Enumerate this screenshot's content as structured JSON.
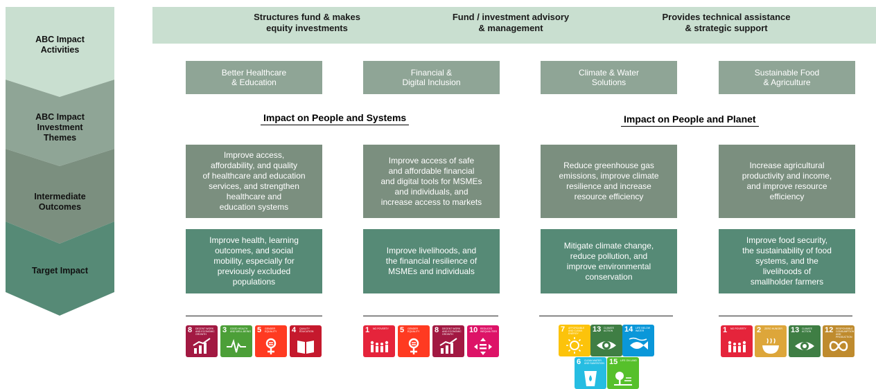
{
  "stages": [
    {
      "label": "ABC Impact\nActivities",
      "color": "#c9dfd0"
    },
    {
      "label": "ABC Impact\nInvestment\nThemes",
      "color": "#8fa596"
    },
    {
      "label": "Intermediate\nOutcomes",
      "color": "#7b8f7f"
    },
    {
      "label": "Target Impact",
      "color": "#568a76"
    }
  ],
  "activities": [
    "Structures fund & makes\nequity investments",
    "Fund / investment advisory\n& management",
    "Provides technical assistance\n& strategic support"
  ],
  "themes": [
    "Better Healthcare\n& Education",
    "Financial &\nDigital Inclusion",
    "Climate & Water\nSolutions",
    "Sustainable Food\n& Agriculture"
  ],
  "impact_headings": [
    "Impact on People and Systems",
    "Impact on People and Planet"
  ],
  "intermediate_outcomes": [
    "Improve access,\naffordability, and quality\nof healthcare and education\nservices, and strengthen\nhealthcare and\neducation systems",
    "Improve access of safe\nand affordable financial\nand digital tools for MSMEs\nand individuals, and\nincrease access to markets",
    "Reduce greenhouse gas\nemissions, improve climate\nresilience and increase\nresource efficiency",
    "Increase agricultural\nproductivity and income,\nand improve resource\nefficiency"
  ],
  "target_impacts": [
    "Improve health, learning\noutcomes, and social\nmobility, especially for\npreviously excluded\npopulations",
    "Improve livelihoods, and\nthe financial resilience of\nMSMEs and individuals",
    "Mitigate climate change,\nreduce pollution, and\nimprove environmental\nconservation",
    "Improve food security,\nthe sustainability of food\nsystems, and the\nlivelihoods of\nsmallholder farmers"
  ],
  "sdg_groups": [
    [
      {
        "num": "8",
        "title": "Decent work and economic growth",
        "color": "#a21942",
        "icon": "growth-chart-icon"
      },
      {
        "num": "3",
        "title": "Good health and well-being",
        "color": "#4c9f38",
        "icon": "heartbeat-icon"
      },
      {
        "num": "5",
        "title": "Gender equality",
        "color": "#ff3a21",
        "icon": "gender-equality-icon"
      },
      {
        "num": "4",
        "title": "Quality education",
        "color": "#c5192d",
        "icon": "book-icon"
      }
    ],
    [
      {
        "num": "1",
        "title": "No poverty",
        "color": "#e5243b",
        "icon": "family-icon"
      },
      {
        "num": "5",
        "title": "Gender equality",
        "color": "#ff3a21",
        "icon": "gender-equality-icon"
      },
      {
        "num": "8",
        "title": "Decent work and economic growth",
        "color": "#a21942",
        "icon": "growth-chart-icon"
      },
      {
        "num": "10",
        "title": "Reduced inequalities",
        "color": "#dd1367",
        "icon": "equality-arrows-icon"
      }
    ],
    [
      {
        "num": "7",
        "title": "Affordable and clean energy",
        "color": "#fcc30b",
        "icon": "sun-icon"
      },
      {
        "num": "13",
        "title": "Climate action",
        "color": "#3f7e44",
        "icon": "eye-globe-icon"
      },
      {
        "num": "14",
        "title": "Life below water",
        "color": "#0a97d9",
        "icon": "fish-icon"
      },
      {
        "num": "6",
        "title": "Clean water and sanitation",
        "color": "#26bde2",
        "icon": "water-glass-icon"
      },
      {
        "num": "15",
        "title": "Life on land",
        "color": "#56c02b",
        "icon": "tree-icon"
      }
    ],
    [
      {
        "num": "1",
        "title": "No poverty",
        "color": "#e5243b",
        "icon": "family-icon"
      },
      {
        "num": "2",
        "title": "Zero hunger",
        "color": "#dda63a",
        "icon": "bowl-icon"
      },
      {
        "num": "13",
        "title": "Climate action",
        "color": "#3f7e44",
        "icon": "eye-globe-icon"
      },
      {
        "num": "12",
        "title": "Responsible consumption and production",
        "color": "#bf8b2e",
        "icon": "infinity-icon"
      }
    ]
  ]
}
